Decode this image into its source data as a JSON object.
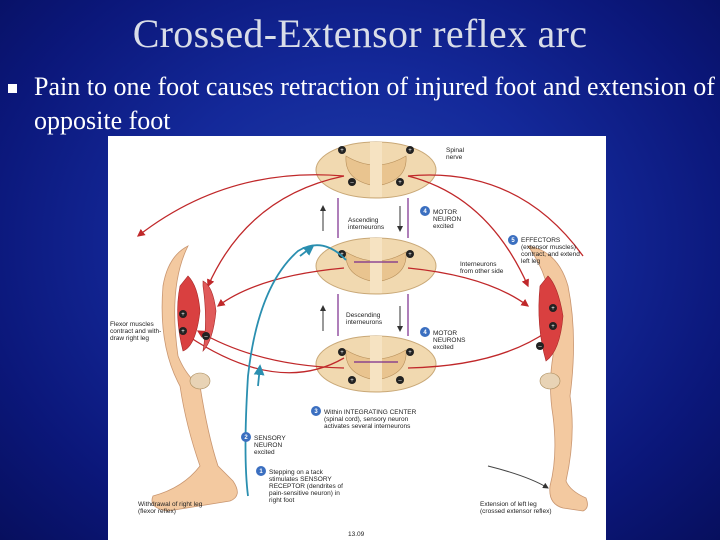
{
  "slide": {
    "title": "Crossed-Extensor reflex arc",
    "bullet": "Pain to one foot causes retraction of injured foot and extension of opposite foot"
  },
  "figure": {
    "labels": {
      "spinal_nerve": [
        "Spinal",
        "nerve"
      ],
      "ascending": [
        "Ascending",
        "interneurons"
      ],
      "motor_excited": [
        "MOTOR",
        "NEURON",
        "excited"
      ],
      "effectors": [
        "EFFECTORS",
        "(extensor muscles)",
        "contract, and extend",
        "left leg"
      ],
      "interneurons_other": [
        "Interneurons",
        "from other side"
      ],
      "descending": [
        "Descending",
        "interneurons"
      ],
      "motor_neurons": [
        "MOTOR",
        "NEURONS",
        "excited"
      ],
      "flexor": [
        "Flexor muscles",
        "contract and with-",
        "draw right leg"
      ],
      "integrating": [
        "Within INTEGRATING CENTER",
        "(spinal cord), sensory neuron",
        "activates several interneurons"
      ],
      "sensory": [
        "SENSORY",
        "NEURON",
        "excited"
      ],
      "stepping": [
        "Stepping on a tack",
        "stimulates SENSORY",
        "RECEPTOR (dendrites of",
        "pain-sensitive neuron) in",
        "right foot"
      ],
      "withdrawal": [
        "Withdrawal of right leg",
        "(flexor reflex)"
      ],
      "extension": [
        "Extension of left leg",
        "(crossed extensor reflex)"
      ],
      "fig_number": "13.09"
    },
    "steps": [
      "1",
      "2",
      "3",
      "4",
      "4",
      "5"
    ],
    "colors": {
      "motor": "#c0282a",
      "sensory": "#2a8fb0",
      "inter": "#7a2a8c",
      "cord": "#f1d9b0",
      "muscle": "#d94040",
      "step_badge": "#3b6fc0"
    }
  }
}
